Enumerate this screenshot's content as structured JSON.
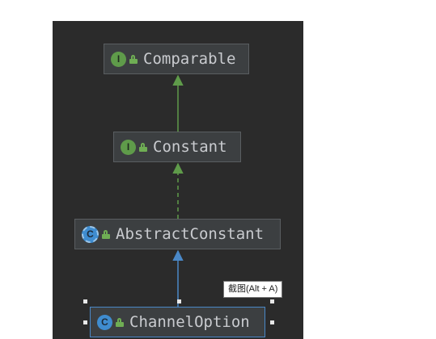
{
  "diagram": {
    "nodes": [
      {
        "id": "comparable",
        "label": "Comparable",
        "badge": "I",
        "kind": "interface"
      },
      {
        "id": "constant",
        "label": "Constant",
        "badge": "I",
        "kind": "interface"
      },
      {
        "id": "abstract",
        "label": "AbstractConstant",
        "badge": "C",
        "kind": "abstract-class"
      },
      {
        "id": "channel",
        "label": "ChannelOption",
        "badge": "C",
        "kind": "class"
      }
    ],
    "edges": [
      {
        "from": "constant",
        "to": "comparable",
        "type": "extends",
        "style": "solid",
        "color": "#5f9b4a"
      },
      {
        "from": "abstract",
        "to": "constant",
        "type": "implements",
        "style": "dashed",
        "color": "#5f9b4a"
      },
      {
        "from": "channel",
        "to": "abstract",
        "type": "extends",
        "style": "solid",
        "color": "#4a88c7"
      }
    ],
    "icons": {
      "visibility": "lock-icon"
    }
  },
  "overlay": {
    "tooltip": "截图(Alt + A)"
  },
  "colors": {
    "canvas_bg": "#2b2b2b",
    "node_bg": "#3c3f41",
    "interface_badge": "#5f9b4a",
    "class_badge": "#3f8ccf",
    "selection_border": "#4a88c7"
  }
}
